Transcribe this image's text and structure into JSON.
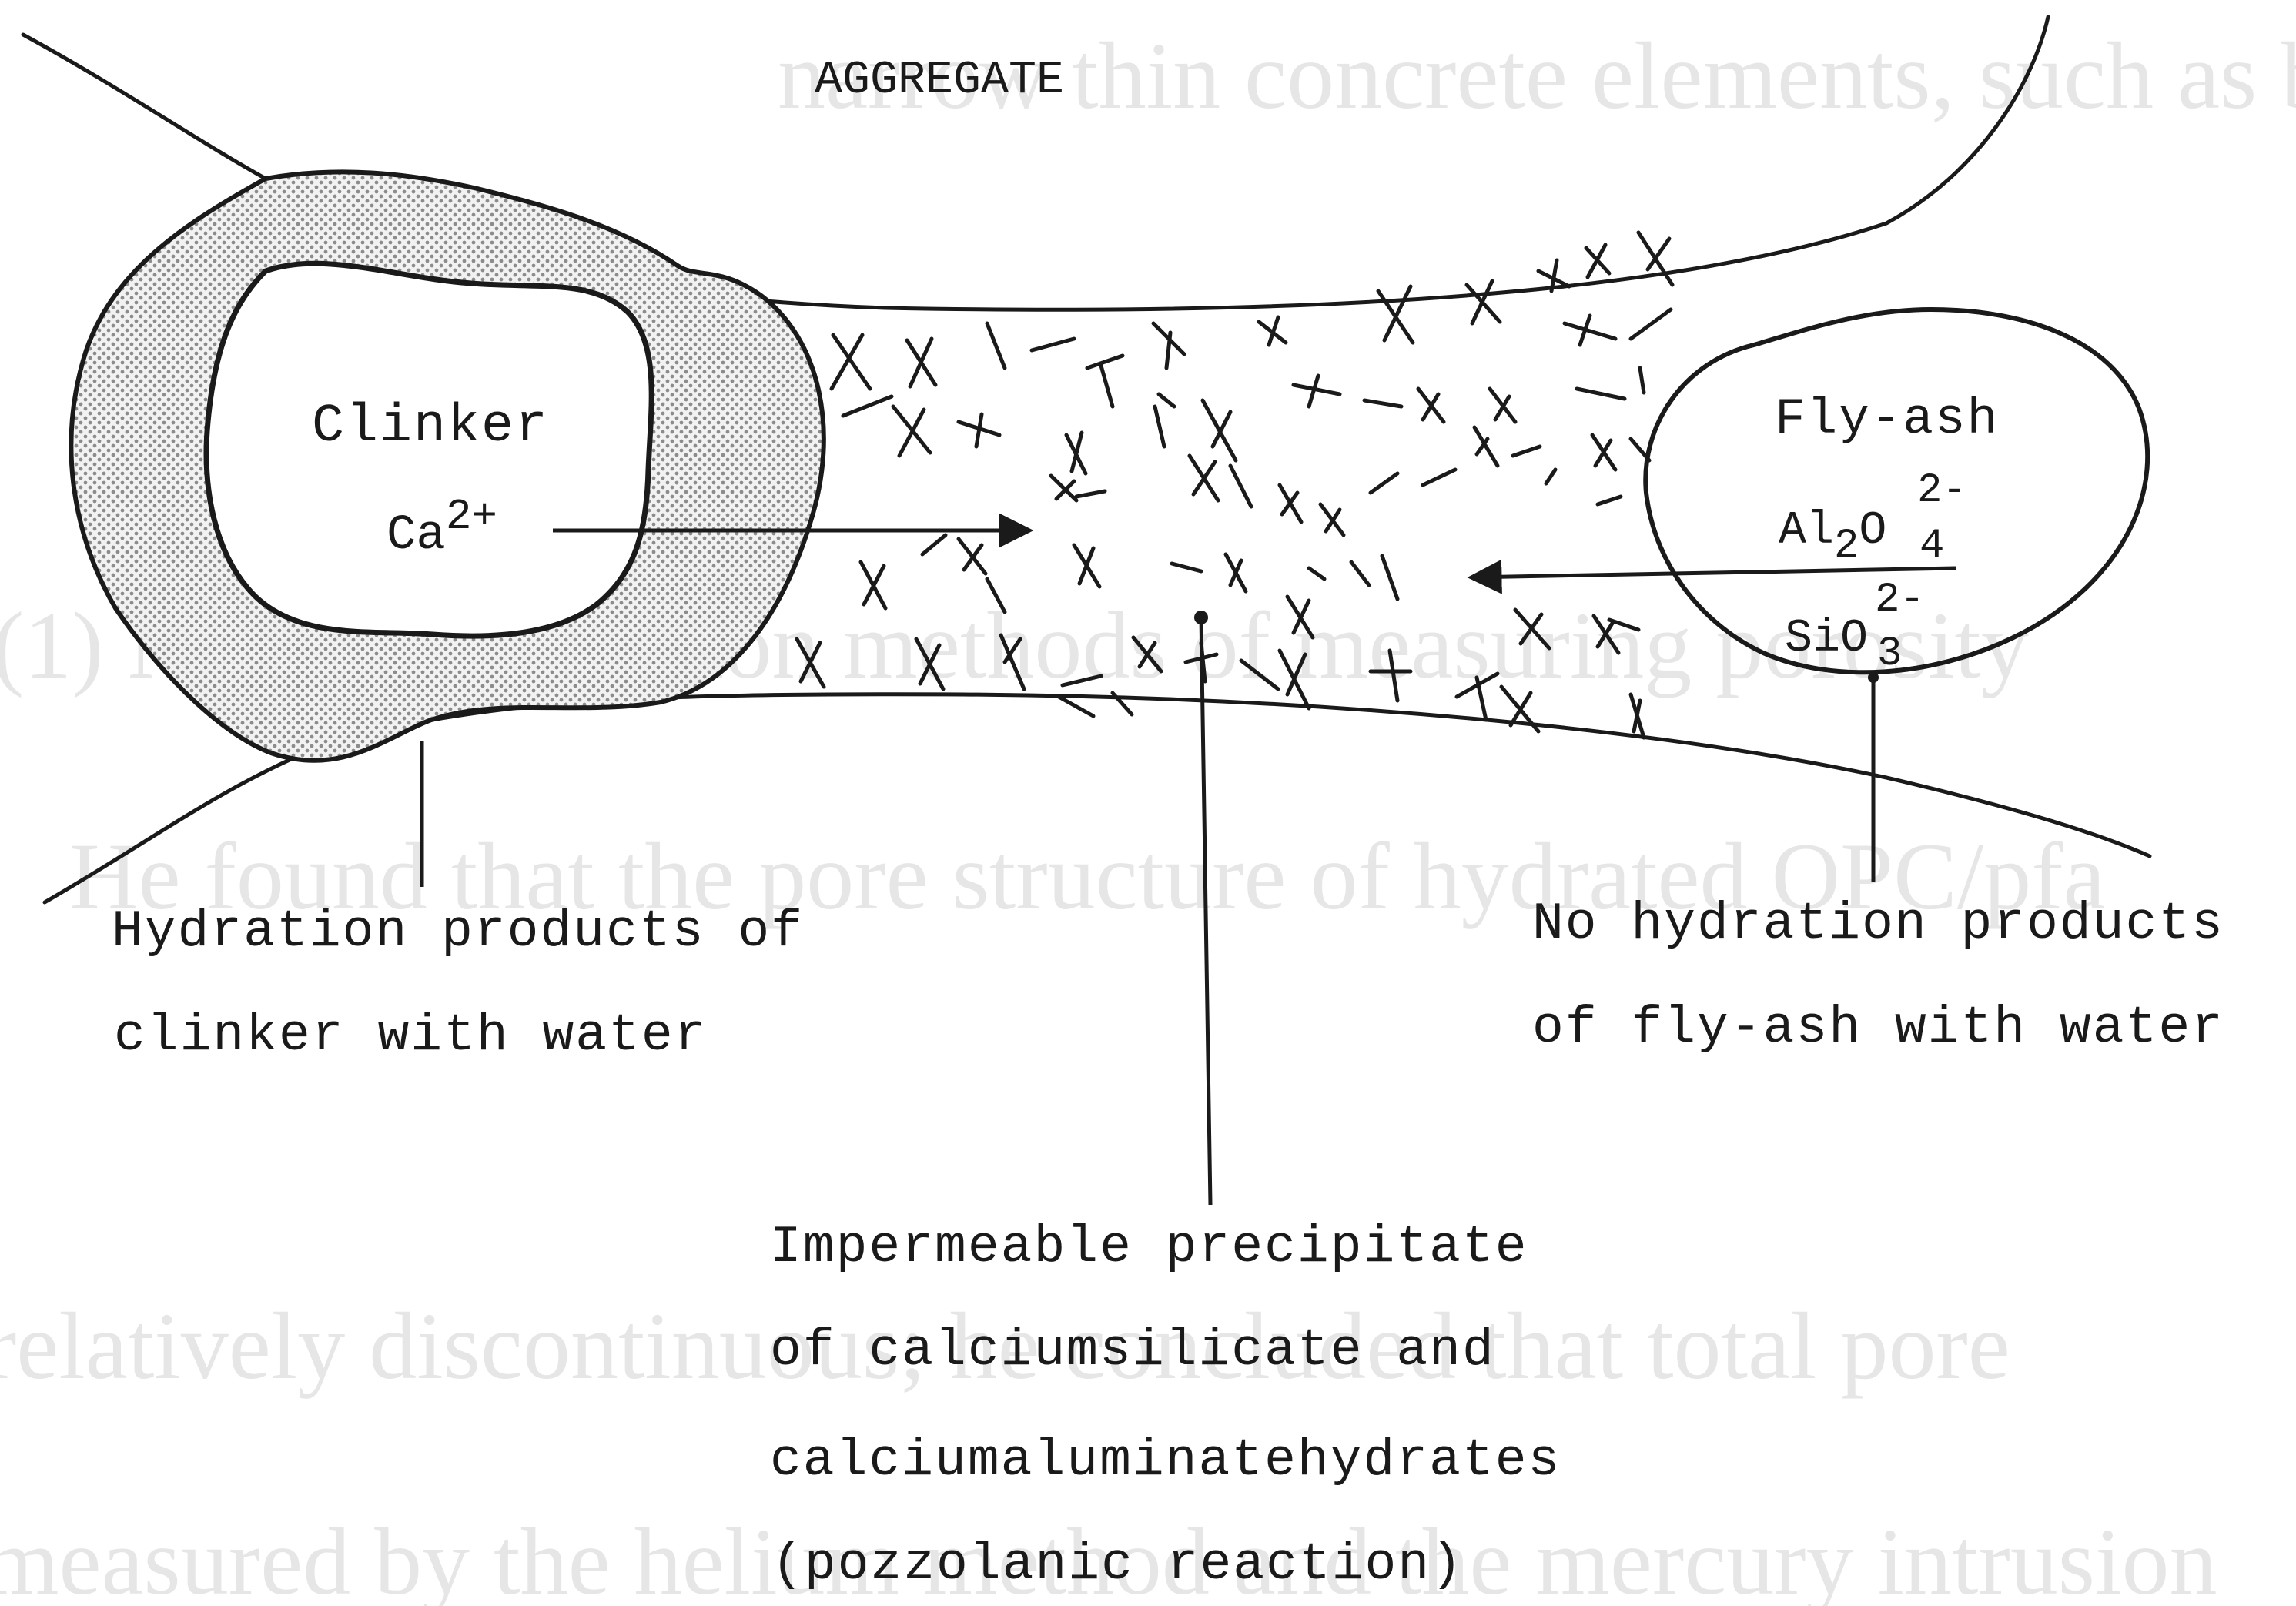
{
  "labels": {
    "aggregate": "AGGREGATE",
    "clinker": "Clinker",
    "ca_ion_base": "Ca",
    "ca_ion_charge": "2+",
    "fly_ash": "Fly-ash",
    "aluminate_al": "Al",
    "aluminate_sub2": "2",
    "aluminate_o": "O",
    "aluminate_sub4": "4",
    "aluminate_charge": "2-",
    "silicate_sio": "SiO",
    "silicate_sub3": "3",
    "silicate_charge": "2-",
    "clinker_products_line1": "Hydration products of",
    "clinker_products_line2": "clinker with water",
    "flyash_products_line1": "No hydration products",
    "flyash_products_line2": "of fly-ash with water",
    "precipitate_line1": "Impermeable precipitate",
    "precipitate_line2": "of calciumsilicate and",
    "precipitate_line3": "calciumaluminatehydrates",
    "precipitate_line4": "(pozzolanic reaction)"
  },
  "colors": {
    "ink": "#1a1a1a",
    "stipple": "#8c8c8c",
    "bleed_through_text": "#d2d2d2"
  }
}
